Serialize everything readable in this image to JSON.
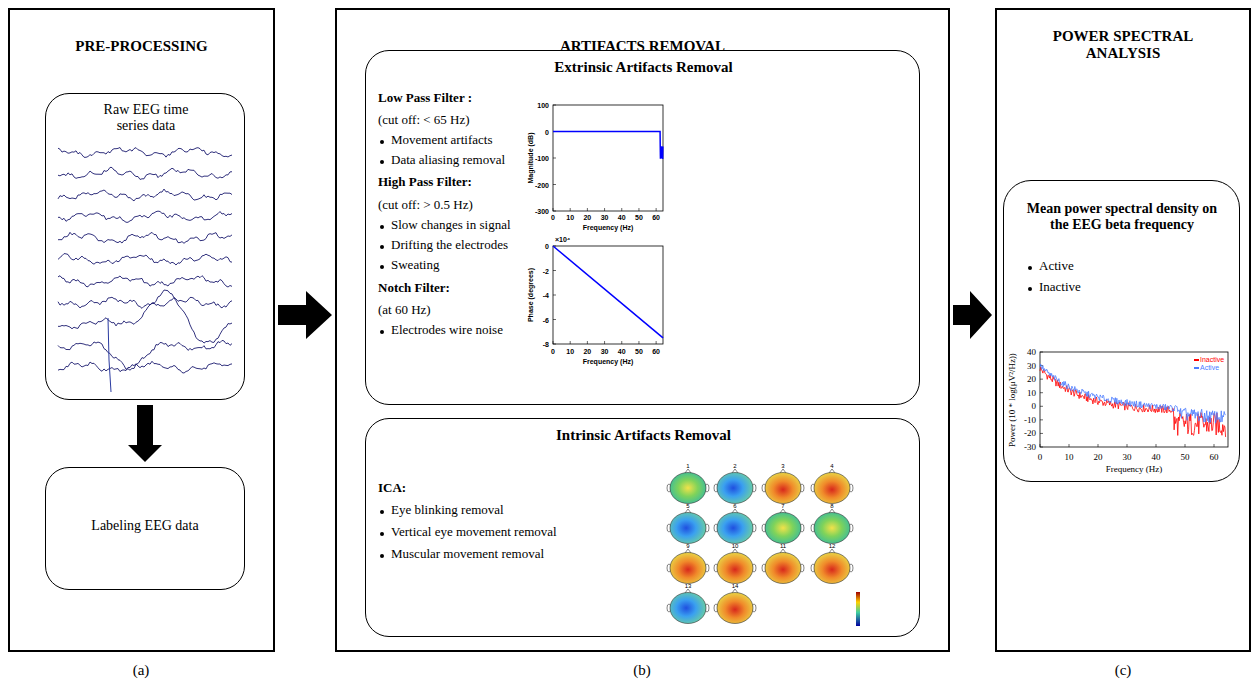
{
  "diagram": {
    "nodes": [
      {
        "text": [
          "PRE-PROCESSING"
        ]
      },
      {
        "text": [
          "Raw EEG time series data"
        ],
        "in": 0
      },
      {
        "text": [
          "Labeling EEG data"
        ],
        "in": 0
      },
      {
        "text": [
          "ARTIFACTS REMOVAL"
        ]
      },
      {
        "text": [
          "Extrinsic Artifacts Removal",
          "Low Pass Filter :",
          "(cut off: < 65 Hz)",
          "Movement artifacts",
          "Data aliasing removal",
          "High Pass Filter:",
          "(cut off: > 0.5 Hz)",
          "Slow changes in signal",
          "Drifting the electrodes",
          "Sweating",
          "Notch Filter:",
          "(at 60 Hz)",
          "Electrodes wire noise"
        ],
        "in": 3
      },
      {
        "text": [
          "Intrinsic Artifacts Removal",
          "ICA:",
          "Eye blinking removal",
          "Vertical eye movement removal",
          "Muscular movement removal"
        ],
        "in": 3
      },
      {
        "text": [
          "POWER SPECTRAL ANALYSIS"
        ]
      },
      {
        "text": [
          "Mean power spectral density on the EEG beta frequency",
          "Active",
          "Inactive"
        ],
        "in": 6
      }
    ],
    "edges": [
      {
        "from": 0,
        "to": 3,
        "arrow": "to"
      },
      {
        "from": 3,
        "to": 6,
        "arrow": "to"
      },
      {
        "from": 1,
        "to": 2,
        "arrow": "to"
      }
    ],
    "labels": [
      "(a)",
      "(b)",
      "(c)",
      "100",
      "0",
      "-100",
      "-200",
      "-300",
      "Magnitude (dB)",
      "0",
      "10",
      "20",
      "30",
      "40",
      "50",
      "60",
      "Frequency (Hz)",
      "×10⁴",
      "0",
      "-2",
      "-4",
      "-6",
      "-8",
      "Phase (degrees)",
      "0",
      "10",
      "20",
      "30",
      "40",
      "50",
      "60",
      "Frequency (Hz)",
      "1",
      "2",
      "3",
      "4",
      "5",
      "6",
      "7",
      "8",
      "9",
      "10",
      "11",
      "12",
      "13",
      "14",
      "40",
      "30",
      "20",
      "10",
      "0",
      "-10",
      "-20",
      "-30",
      "Power (10 * log(μV²/Hz))",
      "0",
      "10",
      "20",
      "30",
      "40",
      "50",
      "60",
      "Frequency (Hz)"
    ],
    "legend": [
      {
        "text": "Inactive",
        "color": "#ff0000"
      },
      {
        "text": "Active",
        "color": "#4a7bff"
      }
    ]
  }
}
